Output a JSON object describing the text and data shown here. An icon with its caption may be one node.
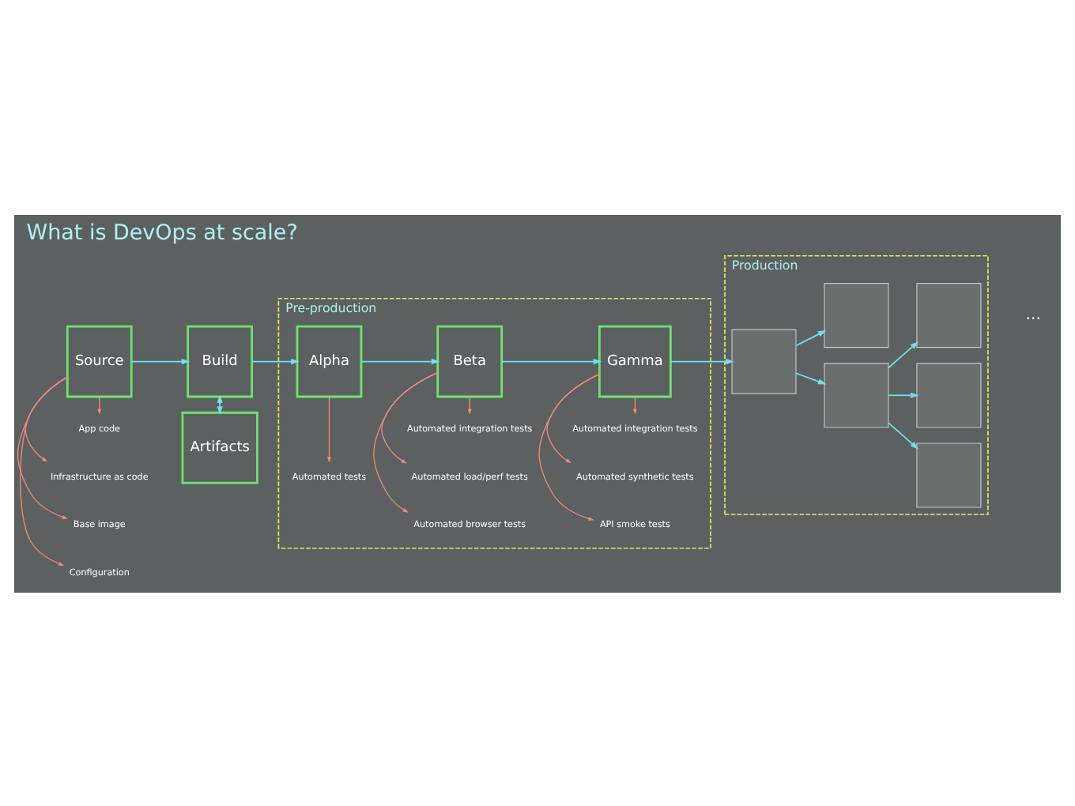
{
  "diagram": {
    "title": "What is DevOps at scale?",
    "nodes": [
      {
        "text": [
          "Pre-production"
        ]
      },
      {
        "text": [
          "Production"
        ]
      },
      {
        "text": [
          "Source"
        ]
      },
      {
        "text": [
          "Build"
        ]
      },
      {
        "text": [
          "Artifacts"
        ]
      },
      {
        "text": [
          "Alpha"
        ],
        "in": 0
      },
      {
        "text": [
          "Beta"
        ],
        "in": 0
      },
      {
        "text": [
          "Gamma"
        ],
        "in": 0
      },
      {
        "text": [],
        "shape": "box",
        "in": 1
      },
      {
        "text": [],
        "shape": "box",
        "in": 1
      },
      {
        "text": [],
        "shape": "box",
        "in": 1
      },
      {
        "text": [],
        "shape": "box",
        "in": 1
      },
      {
        "text": [],
        "shape": "box",
        "in": 1
      },
      {
        "text": [],
        "shape": "box",
        "in": 1
      },
      {
        "text": [
          "App code"
        ]
      },
      {
        "text": [
          "Infrastructure as code"
        ]
      },
      {
        "text": [
          "Base image"
        ]
      },
      {
        "text": [
          "Configuration"
        ]
      },
      {
        "text": [
          "Automated tests"
        ],
        "in": 0
      },
      {
        "text": [
          "Automated integration tests"
        ],
        "in": 0
      },
      {
        "text": [
          "Automated load/perf tests"
        ],
        "in": 0
      },
      {
        "text": [
          "Automated browser tests"
        ],
        "in": 0
      },
      {
        "text": [
          "Automated integration tests"
        ],
        "in": 0
      },
      {
        "text": [
          "Automated synthetic tests"
        ],
        "in": 0
      },
      {
        "text": [
          "API smoke tests"
        ],
        "in": 0
      }
    ],
    "edges": [
      {
        "from": 2,
        "to": 3,
        "arrow": "to"
      },
      {
        "from": 3,
        "to": 4,
        "arrow": "both"
      },
      {
        "from": 3,
        "to": 5,
        "arrow": "to"
      },
      {
        "from": 5,
        "to": 6,
        "arrow": "to"
      },
      {
        "from": 6,
        "to": 7,
        "arrow": "to"
      },
      {
        "from": 7,
        "to": 8,
        "arrow": "to"
      },
      {
        "from": 8,
        "to": 9,
        "arrow": "to"
      },
      {
        "from": 8,
        "to": 10,
        "arrow": "to"
      },
      {
        "from": 9,
        "to": 11,
        "arrow": "to"
      },
      {
        "from": 9,
        "to": 12,
        "arrow": "to"
      },
      {
        "from": 9,
        "to": 13,
        "arrow": "to"
      },
      {
        "from": 2,
        "to": 14,
        "arrow": "to",
        "color": "#f08a78"
      },
      {
        "from": 2,
        "to": 15,
        "arrow": "to",
        "color": "#f08a78"
      },
      {
        "from": 2,
        "to": 16,
        "arrow": "to",
        "color": "#f08a78"
      },
      {
        "from": 2,
        "to": 17,
        "arrow": "to",
        "color": "#f08a78"
      },
      {
        "from": 5,
        "to": 18,
        "arrow": "to",
        "color": "#f08a78"
      },
      {
        "from": 6,
        "to": 19,
        "arrow": "to",
        "color": "#f08a78"
      },
      {
        "from": 6,
        "to": 20,
        "arrow": "to",
        "color": "#f08a78"
      },
      {
        "from": 6,
        "to": 21,
        "arrow": "to",
        "color": "#f08a78"
      },
      {
        "from": 7,
        "to": 22,
        "arrow": "to",
        "color": "#f08a78"
      },
      {
        "from": 7,
        "to": 23,
        "arrow": "to",
        "color": "#f08a78"
      },
      {
        "from": 7,
        "to": 24,
        "arrow": "to",
        "color": "#f08a78"
      }
    ],
    "labels": [
      "..."
    ]
  }
}
